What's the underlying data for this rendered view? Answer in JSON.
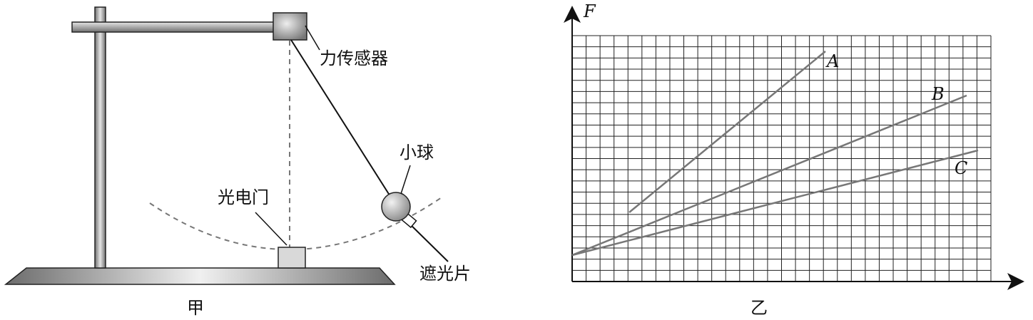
{
  "left_figure": {
    "caption": "甲",
    "labels": {
      "force_sensor": "力传感器",
      "ball": "小球",
      "photogate": "光电门",
      "shading_plate": "遮光片"
    }
  },
  "right_figure": {
    "caption": "乙",
    "axis_y_label": "F",
    "lines": [
      {
        "name": "A"
      },
      {
        "name": "B"
      },
      {
        "name": "C"
      }
    ]
  }
}
